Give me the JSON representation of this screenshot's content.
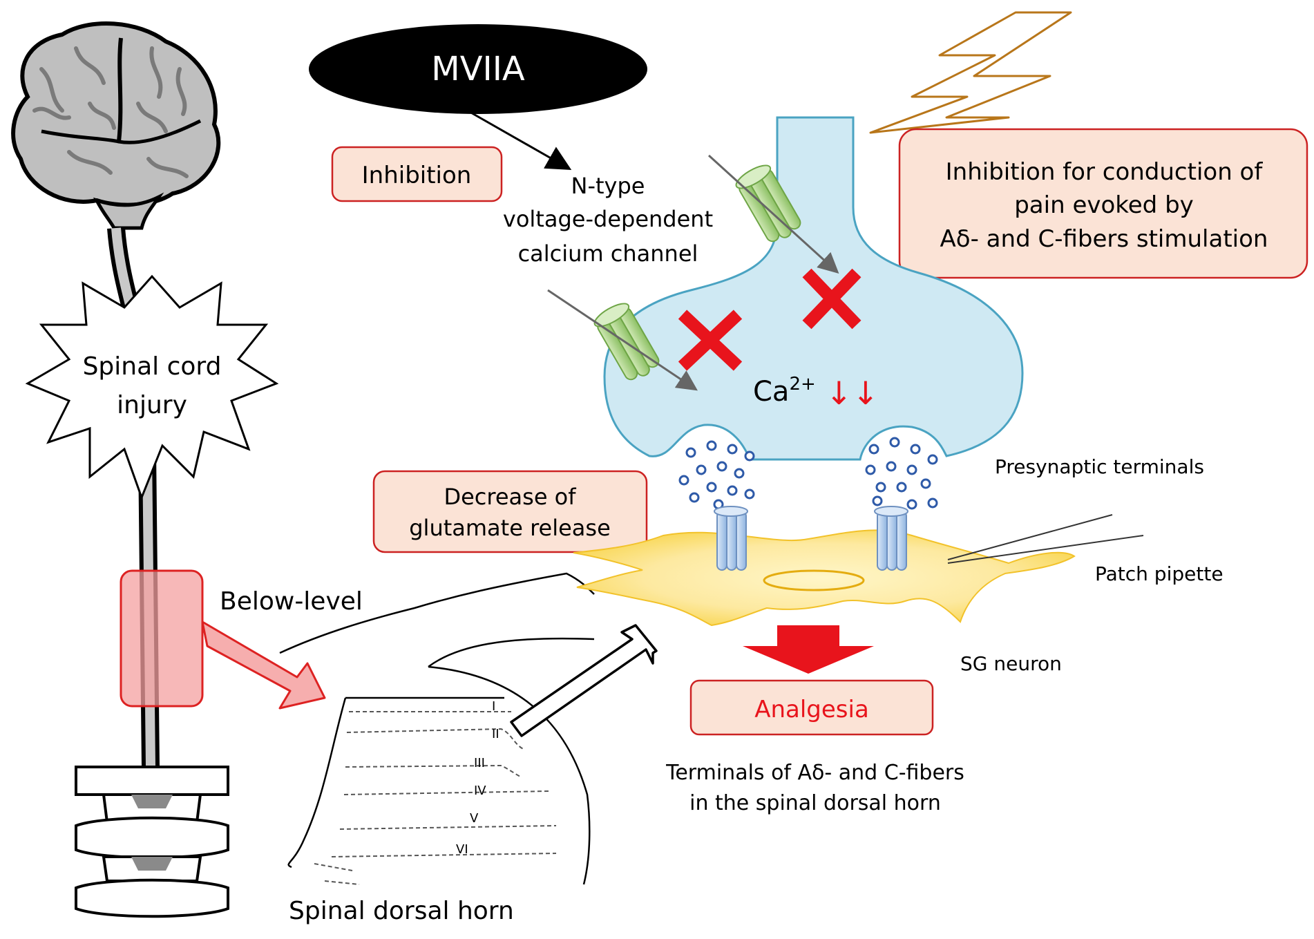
{
  "title_ellipse": "MVIIA",
  "labels": {
    "inhibition": "Inhibition",
    "channel_l1": "N-type",
    "channel_l2": "voltage-dependent",
    "channel_l3": "calcium channel",
    "inhibition_box_l1": "Inhibition for conduction of",
    "inhibition_box_l2": "pain evoked by",
    "inhibition_box_l3": "Aδ- and C-fibers stimulation",
    "injury_l1": "Spinal cord",
    "injury_l2": "injury",
    "ca_base": "Ca",
    "ca_sup": "2+",
    "ca_arrows": "↓↓",
    "decrease_l1": "Decrease of",
    "decrease_l2": "glutamate release",
    "presynaptic": "Presynaptic terminals",
    "patch": "Patch pipette",
    "sg": "SG neuron",
    "analgesia": "Analgesia",
    "below_level": "Below-level",
    "terminals_l1": "Terminals of Aδ- and C-fibers",
    "terminals_l2": "in the spinal dorsal horn",
    "dorsal_horn": "Spinal dorsal horn"
  },
  "laminae": [
    "I",
    "II",
    "III",
    "IV",
    "V",
    "VI"
  ],
  "colors": {
    "label_box_fill": "#fbe3d6",
    "label_box_stroke": "#cc2222",
    "red": "#e8141c",
    "terminal_fill": "#cfe9f3",
    "terminal_stroke": "#4aa3c2",
    "neuron_fill": "#fce79a",
    "channel_green": "#a6d27a",
    "receptor_blue": "#a9c8ea",
    "lightning": "#b8761a",
    "vesicle": "#2e5aa8"
  }
}
